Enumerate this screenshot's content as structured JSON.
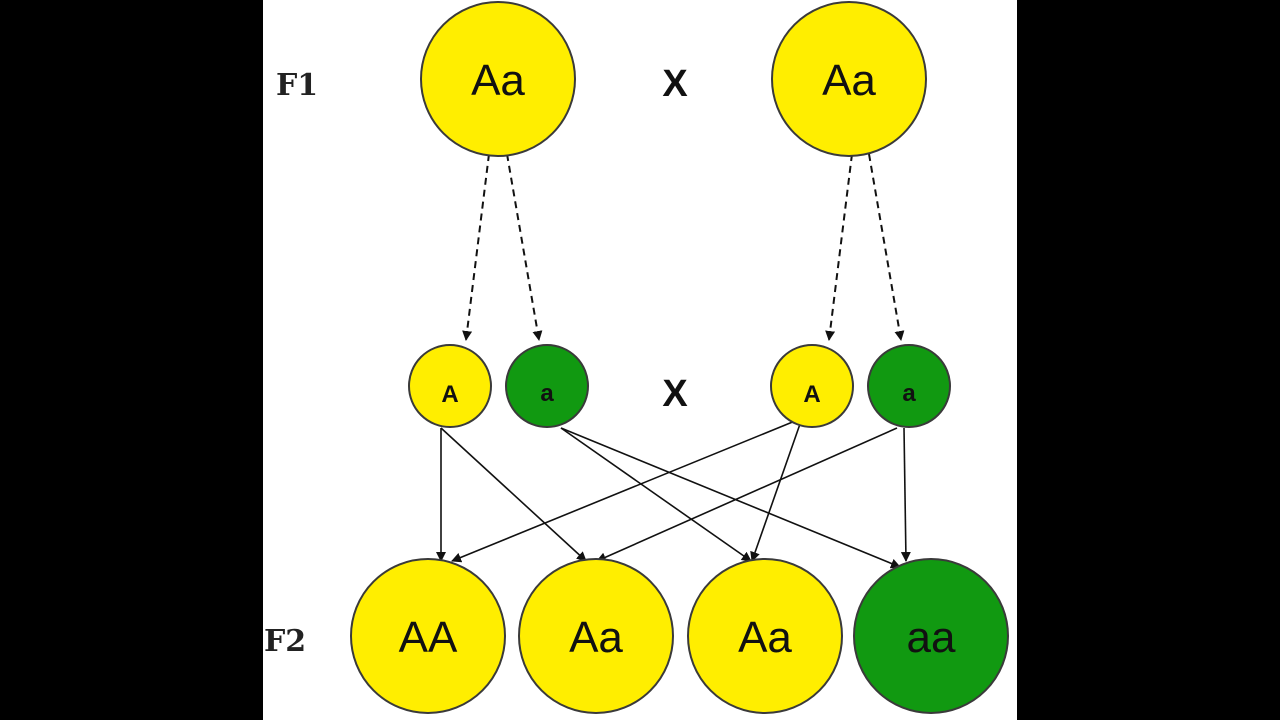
{
  "generations": {
    "f1_label": "F1",
    "f2_label": "F2"
  },
  "cross_symbol": "X",
  "parents": [
    {
      "genotype": "Aa"
    },
    {
      "genotype": "Aa"
    }
  ],
  "gametes": [
    {
      "allele": "A"
    },
    {
      "allele": "a"
    },
    {
      "allele": "A"
    },
    {
      "allele": "a"
    }
  ],
  "offspring": [
    {
      "genotype": "AA"
    },
    {
      "genotype": "Aa"
    },
    {
      "genotype": "Aa"
    },
    {
      "genotype": "aa"
    }
  ],
  "colors": {
    "dominant": "#FFEE00",
    "recessive": "#119911",
    "panel": "#FFFFFF",
    "outline": "#3A3A3A"
  }
}
